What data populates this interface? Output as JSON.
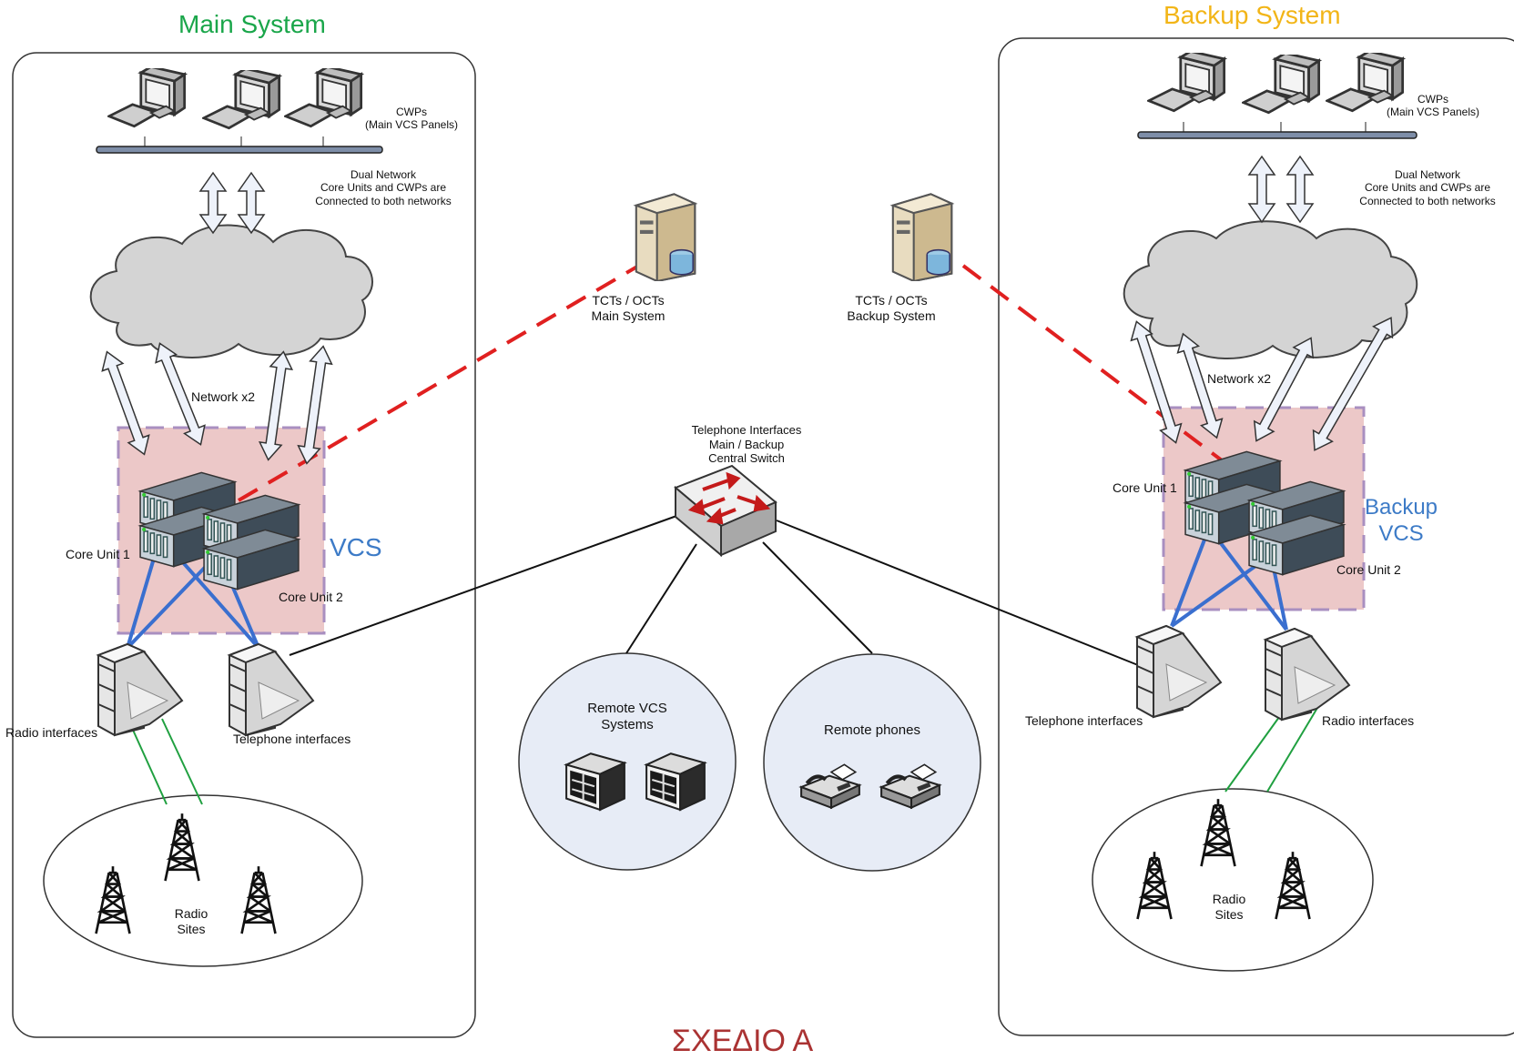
{
  "main": {
    "title": "Main System",
    "cwps": "CWPs\n(Main VCS Panels)",
    "dual_network": "Dual Network\nCore Units and CWPs are\nConnected to both networks",
    "network": "Network x2",
    "vcs": "VCS",
    "core1": "Core Unit 1",
    "core2": "Core Unit 2",
    "radio_if": "Radio interfaces",
    "tel_if": "Telephone interfaces",
    "radio_sites": "Radio\nSites"
  },
  "backup": {
    "title": "Backup System",
    "cwps": "CWPs\n(Main VCS Panels)",
    "dual_network": "Dual Network\nCore Units and CWPs are\nConnected to both networks",
    "network": "Network x2",
    "vcs": "Backup\nVCS",
    "core1": "Core Unit 1",
    "core2": "Core Unit 2",
    "tel_if": "Telephone interfaces",
    "radio_if": "Radio interfaces",
    "radio_sites": "Radio\nSites"
  },
  "center": {
    "tct_main": "TCTs / OCTs\nMain System",
    "tct_backup": "TCTs / OCTs\nBackup System",
    "switch": "Telephone Interfaces\nMain / Backup\nCentral Switch",
    "remote_vcs": "Remote VCS\nSystems",
    "remote_phones": "Remote phones"
  },
  "footer": "ΣΧΕΔΙΟ Α",
  "colors": {
    "main_title": "#1aa64a",
    "backup_title": "#f2b517",
    "vcs_label": "#3d7bc7",
    "dashed_link": "#e02020",
    "radio_link": "#20a040",
    "core_link": "#3a6fcf",
    "vcs_zone": "#ecc8c8"
  }
}
